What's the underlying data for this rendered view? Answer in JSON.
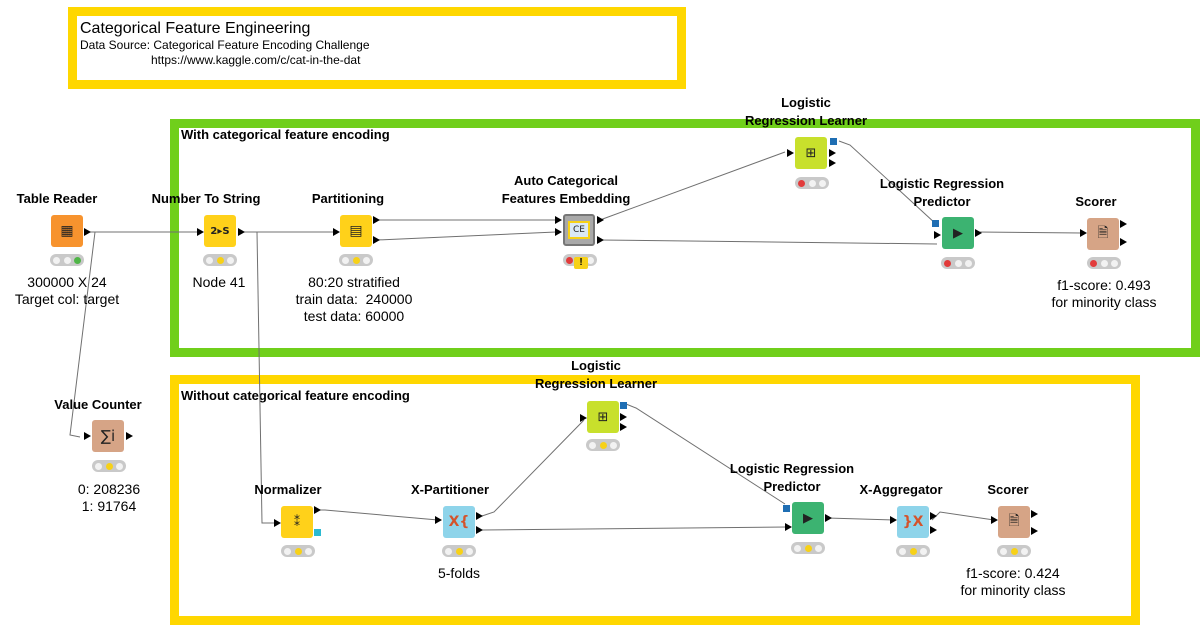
{
  "header": {
    "title": "Categorical Feature Engineering",
    "source_line": "Data Source: Categorical Feature Encoding Challenge",
    "url": "https://www.kaggle.com/c/cat-in-the-dat"
  },
  "colors": {
    "yellow": "#ffd700",
    "green": "#70cf1b"
  },
  "annotations": {
    "with_encoding": "With categorical feature encoding",
    "without_encoding": "Without categorical feature encoding"
  },
  "nodes": {
    "table_reader": {
      "title": "Table Reader",
      "desc": "300000 X 24\nTarget col: target",
      "icon": "table-reader-icon"
    },
    "number_to_string": {
      "title": "Number To String",
      "desc": "Node 41",
      "icon": "number-to-string-icon"
    },
    "partitioning": {
      "title": "Partitioning",
      "desc": "80:20 stratified\ntrain data:  240000\ntest data: 60000",
      "icon": "partitioning-icon"
    },
    "auto_cat": {
      "title": "Auto Categorical\nFeatures Embedding",
      "icon": "component-icon"
    },
    "lr_learner_top": {
      "title": "Logistic\nRegression Learner",
      "icon": "learner-icon"
    },
    "lr_predictor_top": {
      "title": "Logistic Regression\nPredictor",
      "icon": "predictor-icon"
    },
    "scorer_top": {
      "title": "Scorer",
      "desc": "f1-score: 0.493\nfor minority class",
      "icon": "scorer-icon"
    },
    "value_counter": {
      "title": "Value Counter",
      "desc": "0: 208236\n1: 91764",
      "icon": "value-counter-icon"
    },
    "normalizer": {
      "title": "Normalizer",
      "icon": "normalizer-icon"
    },
    "x_partitioner": {
      "title": "X-Partitioner",
      "desc": "5-folds",
      "icon": "x-partitioner-icon"
    },
    "lr_learner_bottom": {
      "title": "Logistic\nRegression Learner",
      "icon": "learner-icon"
    },
    "lr_predictor_bottom": {
      "title": "Logistic Regression\nPredictor",
      "icon": "predictor-icon"
    },
    "x_aggregator": {
      "title": "X-Aggregator",
      "icon": "x-aggregator-icon"
    },
    "scorer_bottom": {
      "title": "Scorer",
      "desc": "f1-score: 0.424\nfor minority class",
      "icon": "scorer-icon"
    }
  },
  "glyphs": {
    "number_to_string": "2▸S",
    "value_counter": "∑i",
    "x_partitioner": "X{",
    "x_aggregator": "}X",
    "component": "CE",
    "warning": "!"
  }
}
